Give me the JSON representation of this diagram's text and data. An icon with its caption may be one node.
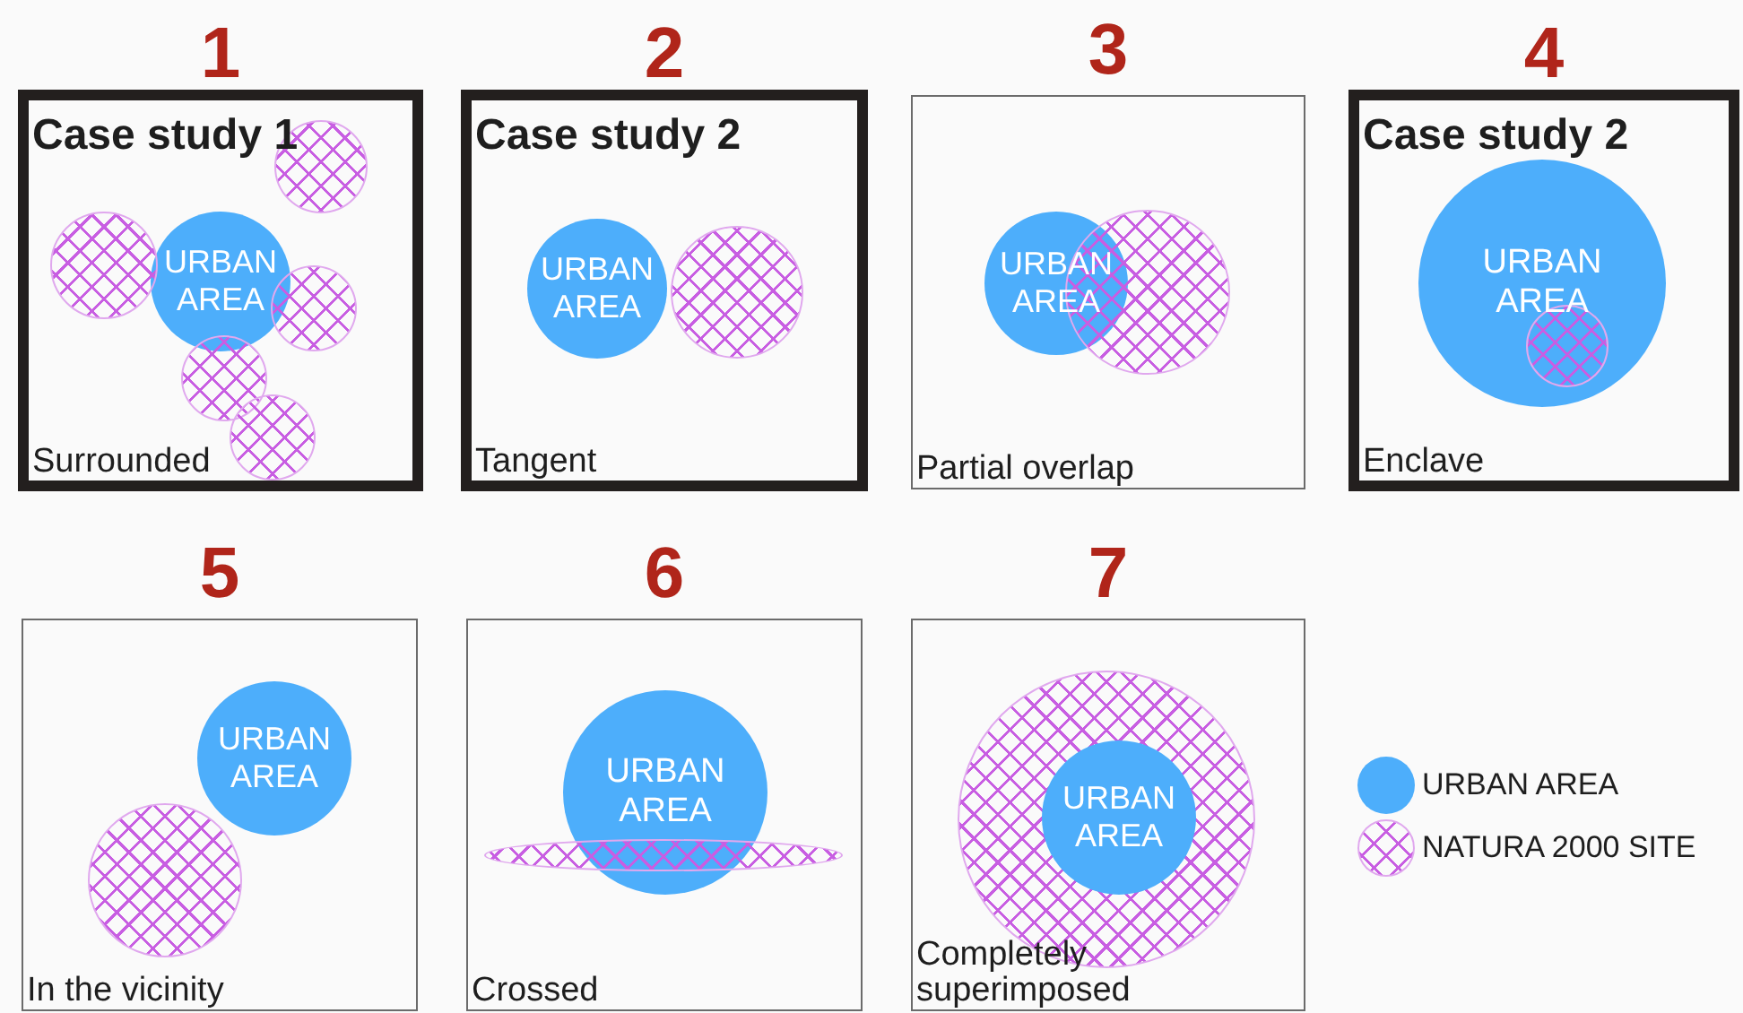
{
  "diagram": {
    "nodes": [
      {
        "text": [
          "Case study 1",
          "Surrounded"
        ],
        "beside": [
          "1"
        ]
      },
      {
        "text": [
          "URBAN AREA"
        ],
        "in": 0
      },
      {
        "text": [],
        "shape": "circle",
        "in": 0
      },
      {
        "text": [],
        "shape": "circle",
        "in": 0
      },
      {
        "text": [],
        "shape": "circle",
        "in": 0
      },
      {
        "text": [],
        "shape": "circle",
        "in": 0
      },
      {
        "text": [],
        "shape": "circle",
        "in": 0
      },
      {
        "text": [
          "Case study 2",
          "Tangent"
        ],
        "beside": [
          "2"
        ]
      },
      {
        "text": [
          "URBAN AREA"
        ],
        "in": 7
      },
      {
        "text": [],
        "shape": "circle",
        "in": 7
      },
      {
        "text": [
          "Partial overlap"
        ],
        "beside": [
          "3"
        ]
      },
      {
        "text": [
          "URBAN AREA"
        ],
        "in": 10
      },
      {
        "text": [],
        "shape": "circle",
        "in": 10
      },
      {
        "text": [
          "Case study 2",
          "Enclave"
        ],
        "beside": [
          "4"
        ]
      },
      {
        "text": [
          "URBAN AREA"
        ],
        "in": 13
      },
      {
        "text": [],
        "shape": "circle",
        "in": 14
      },
      {
        "text": [
          "In the vicinity"
        ],
        "beside": [
          "5"
        ]
      },
      {
        "text": [
          "URBAN AREA"
        ],
        "in": 16
      },
      {
        "text": [],
        "shape": "circle",
        "in": 16
      },
      {
        "text": [
          "Crossed"
        ],
        "beside": [
          "6"
        ]
      },
      {
        "text": [
          "URBAN AREA"
        ],
        "in": 19
      },
      {
        "text": [],
        "shape": "ellipse",
        "in": 19
      },
      {
        "text": [
          "Completely superimposed"
        ],
        "beside": [
          "7"
        ]
      },
      {
        "text": [],
        "shape": "circle",
        "in": 22
      },
      {
        "text": [
          "URBAN AREA"
        ],
        "in": 23
      }
    ],
    "edges": [],
    "legend": [
      {
        "text": "URBAN AREA",
        "color": "#4daefb"
      },
      {
        "text": "NATURA 2000 SITE"
      }
    ]
  }
}
